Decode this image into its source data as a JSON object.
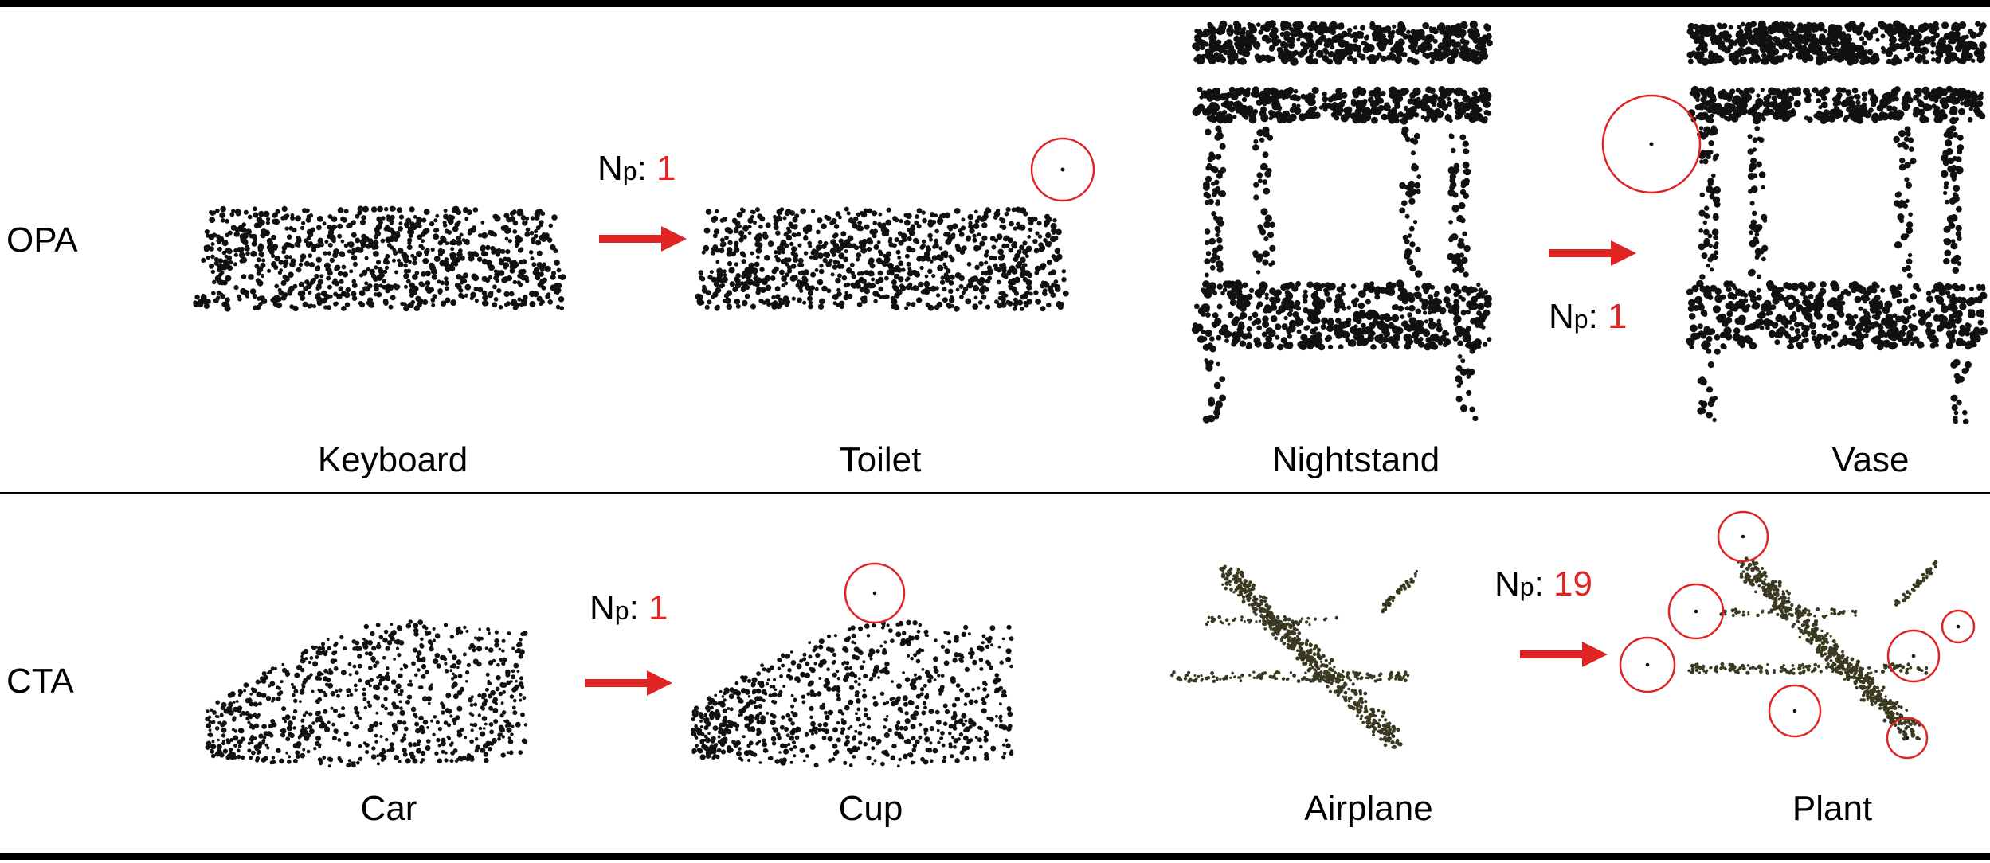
{
  "rows": [
    {
      "label": "OPA",
      "panels": [
        {
          "id": "keyboard",
          "caption": "Keyboard"
        },
        {
          "id": "toilet",
          "caption": "Toilet"
        },
        {
          "id": "nightstand",
          "caption": "Nightstand"
        },
        {
          "id": "vase",
          "caption": "Vase"
        }
      ],
      "transforms": [
        {
          "np_label": "N",
          "np_sub": "p",
          "np_sep": ": ",
          "np_value": "1"
        },
        {
          "np_label": "N",
          "np_sub": "p",
          "np_sep": ": ",
          "np_value": "1"
        }
      ]
    },
    {
      "label": "CTA",
      "panels": [
        {
          "id": "car",
          "caption": "Car"
        },
        {
          "id": "cup",
          "caption": "Cup"
        },
        {
          "id": "airplane",
          "caption": "Airplane"
        },
        {
          "id": "plant",
          "caption": "Plant"
        }
      ],
      "transforms": [
        {
          "np_label": "N",
          "np_sub": "p",
          "np_sep": ": ",
          "np_value": "1"
        },
        {
          "np_label": "N",
          "np_sub": "p",
          "np_sep": ": ",
          "np_value": "19"
        }
      ]
    }
  ],
  "colors": {
    "point": "#111111",
    "airplane_point": "#3a3a22",
    "highlight": "#e02424",
    "rule": "#000000"
  }
}
